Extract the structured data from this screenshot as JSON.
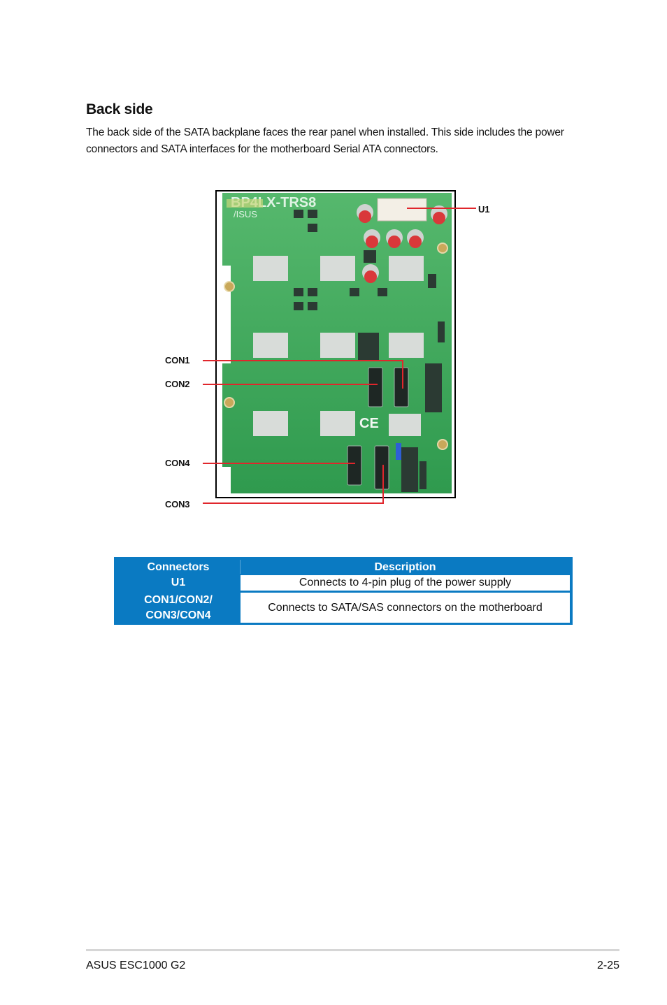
{
  "section": {
    "title": "Back side",
    "intro": "The back side of the SATA backplane faces the rear panel when installed. This side includes the power connectors and SATA interfaces for the motherboard Serial ATA connectors."
  },
  "figure": {
    "board_silkscreen": "BP4LX-TRS8",
    "board_logo": "/ISUS",
    "callouts": {
      "u1": "U1",
      "con1": "CON1",
      "con2": "CON2",
      "con4": "CON4",
      "con3": "CON3"
    },
    "colors": {
      "pcb": "#3aa55a",
      "callout_line": "#e0262c",
      "frame": "#000000"
    }
  },
  "table": {
    "header_connectors": "Connectors",
    "header_description": "Description",
    "rows": [
      {
        "connector": "U1",
        "description": "Connects to 4-pin plug of the power supply"
      },
      {
        "connector_line1": "CON1/CON2/",
        "connector_line2": "CON3/CON4",
        "description": "Connects to SATA/SAS connectors on the motherboard"
      }
    ],
    "colors": {
      "header_bg": "#0a7ac2",
      "header_text": "#ffffff"
    }
  },
  "footer": {
    "left": "ASUS ESC1000 G2",
    "right": "2-25"
  }
}
